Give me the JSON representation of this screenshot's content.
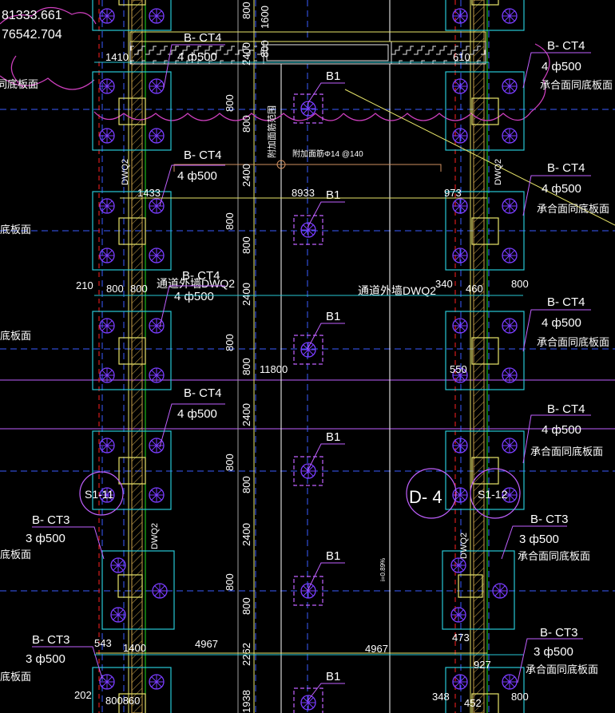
{
  "colors": {
    "background": "#000000",
    "cyan": "#27c7d6",
    "magenta": "#c060ff",
    "pile": "#7a3dff",
    "yellow": "#e8e66a",
    "white": "#ffffff",
    "blue_axis": "#3a5cff",
    "red": "#ff2020",
    "green": "#20e020",
    "gray": "#a0a0a0",
    "pink_cloud": "#d040c0",
    "orange": "#d09060"
  },
  "texts": {
    "coord1": "81333.661",
    "coord2": "76542.704",
    "b_ct4": "B- CT4",
    "b_ct3": "B- CT3",
    "pile4": "4 ф500",
    "pile3": "3 ф500",
    "same_bottom": "承合面同底板面",
    "tongdi_bottom": "同底板面",
    "di_bottom": "底板面",
    "b1": "B1",
    "wall": "通道外墙DWQ2",
    "dwq2": "DWQ2",
    "rebar_note": "附加面筋Φ14 @140",
    "rebar_note_vertical": "附加面筋范围",
    "slope": "i=0.89%",
    "s1_11": "S1-11",
    "s1_12": "S1-12",
    "d4": "D- 4",
    "dims": {
      "d1410": "1410",
      "d610": "610",
      "d1433": "1433",
      "d8933": "8933",
      "d973": "973",
      "d210": "210",
      "d800": "800",
      "d340": "340",
      "d460": "460",
      "d11800": "11800",
      "d550": "550",
      "d543": "543",
      "d1400": "1400",
      "d4967": "4967",
      "d2262": "2262",
      "d473": "473",
      "d927": "927",
      "d202": "202",
      "d800860": "800860",
      "d348": "348",
      "d452": "452",
      "d1938": "1938",
      "d2400": "2400",
      "d1600": "1600"
    }
  }
}
